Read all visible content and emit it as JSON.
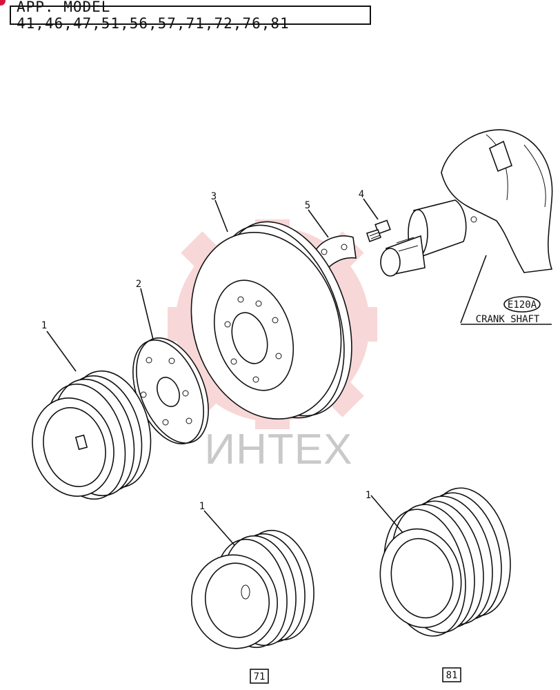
{
  "header": {
    "label": "APP. MODEL 41,46,47,51,56,57,71,72,76,81"
  },
  "watermark": {
    "text": "ИНТЕХ",
    "color": "#f2b8b8"
  },
  "callouts": {
    "part1_a": "1",
    "part1_b": "1",
    "part1_c": "1",
    "part2": "2",
    "part3": "3",
    "part4": "4",
    "part5": "5"
  },
  "crankshaft": {
    "ref": "E120A",
    "name": "CRANK SHAFT"
  },
  "variants": {
    "model_a": "71",
    "model_b": "81"
  },
  "icons": [
    "pulley-icon",
    "hub-plate-icon",
    "damper-icon",
    "bolt-icon",
    "lock-washer-icon",
    "crankshaft-icon",
    "gear-watermark-icon"
  ]
}
